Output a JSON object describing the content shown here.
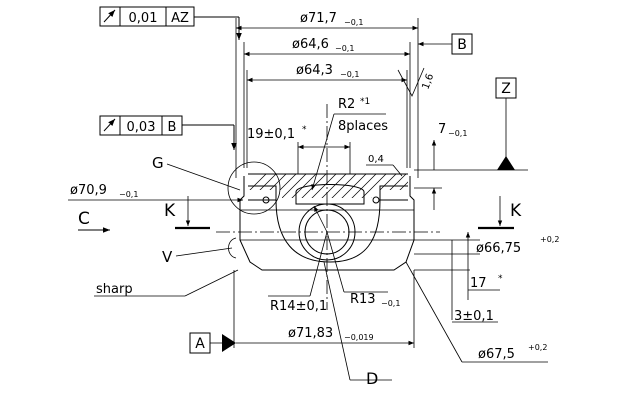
{
  "tolerance_frames": [
    {
      "symbol": "runout-arrow-icon",
      "value": "0,01",
      "datum": "AZ"
    },
    {
      "symbol": "runout-arrow-icon",
      "value": "0,03",
      "datum": "B"
    }
  ],
  "datums": {
    "A": "A",
    "B": "B",
    "Z": "Z",
    "C": "C",
    "K_left": "K",
    "K_right": "K",
    "D": "D"
  },
  "view_labels": {
    "G": "G",
    "V": "V",
    "sharp": "sharp"
  },
  "dimensions": {
    "d71_7": {
      "base": "ø71,7",
      "tol": "−0,1"
    },
    "d64_6": {
      "base": "ø64,6",
      "tol": "−0,1"
    },
    "d64_3": {
      "base": "ø64,3",
      "tol": "−0,1"
    },
    "d70_9": {
      "base": "ø70,9",
      "tol": "−0,1"
    },
    "d66_75": {
      "base": "ø66,75",
      "tol": "+0,2"
    },
    "d71_83": {
      "base": "ø71,83",
      "tol": "−0,019"
    },
    "d67_5": {
      "base": "ø67,5",
      "tol": "+0,2"
    },
    "r2": {
      "base": "R2",
      "sup": "*1"
    },
    "places": "8places",
    "d19": {
      "base": "19±0,1",
      "sup": "*"
    },
    "d7": {
      "base": "7",
      "tol": "−0,1"
    },
    "d0_4": "0,4",
    "d17": {
      "base": "17",
      "sup": "*"
    },
    "d3": "3±0,1",
    "r14": "R14±0,1",
    "r13": {
      "base": "R13",
      "tol": "−0,1"
    },
    "roughness": "1,6"
  }
}
